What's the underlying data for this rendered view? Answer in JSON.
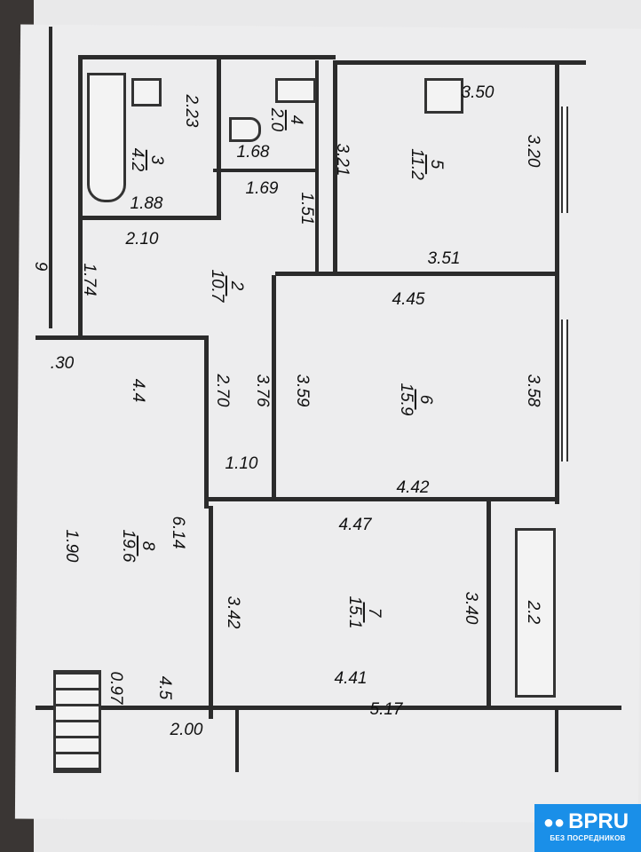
{
  "rooms": [
    {
      "number": "3",
      "area": "4.2"
    },
    {
      "number": "4",
      "area": "2.0"
    },
    {
      "number": "5",
      "area": "11.2"
    },
    {
      "number": "2",
      "area": "10.7"
    },
    {
      "number": "6",
      "area": "15.9"
    },
    {
      "number": "7",
      "area": "15.1"
    },
    {
      "number": "8",
      "area": "19.6"
    }
  ],
  "dimensions": {
    "d350": "3.50",
    "d320": "3.20",
    "d321": "3.21",
    "d351": "3.51",
    "d445": "4.45",
    "d358": "3.58",
    "d359": "3.59",
    "d442": "4.42",
    "d376": "3.76",
    "d270": "2.70",
    "d110": "1.10",
    "d447": "4.47",
    "d340": "3.40",
    "d22": "2.2",
    "d342": "3.42",
    "d441": "4.41",
    "d517": "5.17",
    "d200": "2.00",
    "d45": "4.5",
    "d097": "0.97",
    "d190": "1.90",
    "d614": "6.14",
    "d44": "4.4",
    "d30": ".30",
    "d174": "1.74",
    "d210": "2.10",
    "d188": "1.88",
    "d223": "2.23",
    "d168": "1.68",
    "d169": "1.69",
    "d151": "1.51",
    "d9": "9"
  },
  "watermark": {
    "brand": "BPRU",
    "tagline": "БЕЗ ПОСРЕДНИКОВ",
    "color": "#1a8fe8"
  }
}
